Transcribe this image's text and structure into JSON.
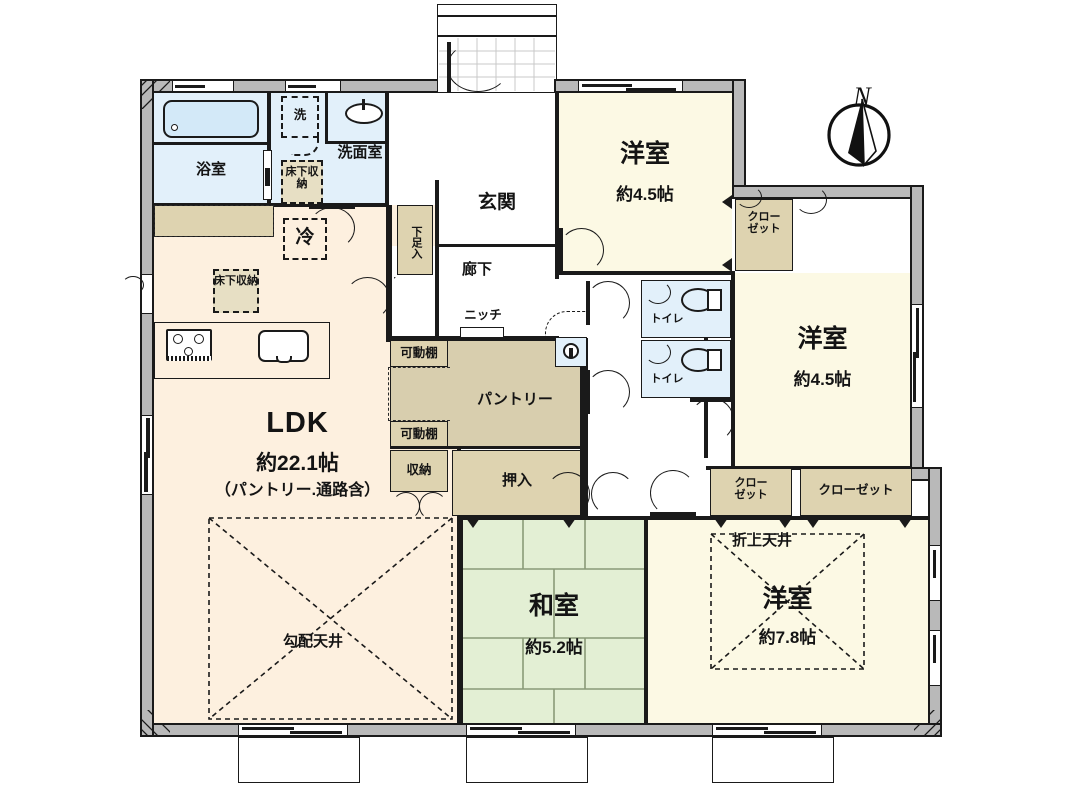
{
  "plan": {
    "type": "japanese-floor-plan",
    "compass_label": "N"
  },
  "rooms": [
    {
      "id": "ldk",
      "name": "LDK",
      "area": "約22.1帖",
      "note": "（パントリー.通路含）"
    },
    {
      "id": "washitsu",
      "name": "和室",
      "area": "約5.2帖",
      "note": ""
    },
    {
      "id": "yoshitsu_ne",
      "name": "洋室",
      "area": "約4.5帖",
      "note": ""
    },
    {
      "id": "yoshitsu_e",
      "name": "洋室",
      "area": "約4.5帖",
      "note": ""
    },
    {
      "id": "yoshitsu_se",
      "name": "洋室",
      "area": "約7.8帖",
      "note": ""
    }
  ],
  "labels": {
    "ldk_name": "LDK",
    "ldk_area": "約22.1帖",
    "ldk_note": "（パントリー.通路含）",
    "ldk_ceiling": "勾配天井",
    "washitsu_name": "和室",
    "washitsu_area": "約5.2帖",
    "yoshitsu_ne_name": "洋室",
    "yoshitsu_ne_area": "約4.5帖",
    "yoshitsu_e_name": "洋室",
    "yoshitsu_e_area": "約4.5帖",
    "yoshitsu_se_name": "洋室",
    "yoshitsu_se_area": "約7.8帖",
    "yoshitsu_se_ceiling": "折上天井",
    "bathroom": "浴室",
    "washroom": "洗面室",
    "laundry": "洗",
    "entrance": "玄関",
    "corridor": "廊下",
    "niche": "ニッチ",
    "shoe_box": "下足入",
    "fridge": "冷",
    "underfloor_storage_1": "床下収納",
    "underfloor_storage_2": "床下収納",
    "pantry": "パントリー",
    "movable_shelf_1": "可動棚",
    "movable_shelf_2": "可動棚",
    "storage": "収納",
    "oshiire": "押入",
    "toilet_1": "トイレ",
    "toilet_2": "トイレ",
    "closet_ne": "クロー\nゼット",
    "closet_ne_l1": "クロー",
    "closet_ne_l2": "ゼット",
    "closet_s1_l1": "クロー",
    "closet_s1_l2": "ゼット",
    "closet_s2": "クローゼット"
  },
  "colors": {
    "ldk": "#fdf0df",
    "western_room": "#fcf9e4",
    "tatami": "#e3efd4",
    "water_area": "#e2f0fa",
    "closet": "#ded3b0",
    "pantry": "#d8ceae",
    "wall": "#b9b9b9",
    "outline": "#1a1a1a",
    "background": "#ffffff"
  },
  "icons": {
    "compass": "compass-rose-icon",
    "stove": "gas-stove-icon",
    "sink": "kitchen-sink-icon",
    "bathtub": "bathtub-icon",
    "basin": "wash-basin-icon",
    "toilet": "toilet-icon",
    "washer": "washing-machine-icon"
  }
}
